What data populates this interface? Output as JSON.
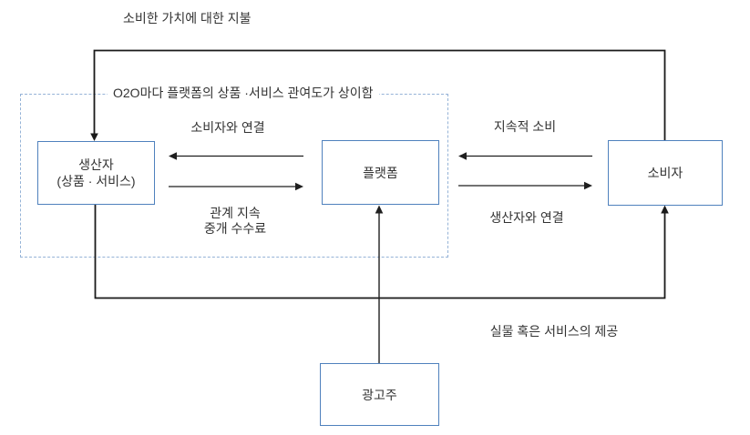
{
  "diagram": {
    "labels": {
      "payment": "소비한 가치에 대한 지불",
      "group": "O2O마다 플랫폼의 상품 ·서비스  관여도가  상이함",
      "connect_consumer": "소비자와 연결",
      "relation_line1": "관계 지속",
      "relation_line2": "중개 수수료",
      "continuous_consumption": "지속적 소비",
      "connect_producer": "생산자와 연결",
      "provision": "실물 혹은 서비스의 제공"
    },
    "nodes": {
      "producer": {
        "line1": "생산자",
        "line2": "(상품 · 서비스)"
      },
      "platform": {
        "label": "플랫폼"
      },
      "consumer": {
        "label": "소비자"
      },
      "advertiser": {
        "label": "광고주"
      }
    },
    "colors": {
      "node_border": "#4f81bd",
      "group_border": "#95b3d7",
      "line": "#1a1a1a",
      "text": "#333333",
      "background": "#ffffff"
    }
  }
}
